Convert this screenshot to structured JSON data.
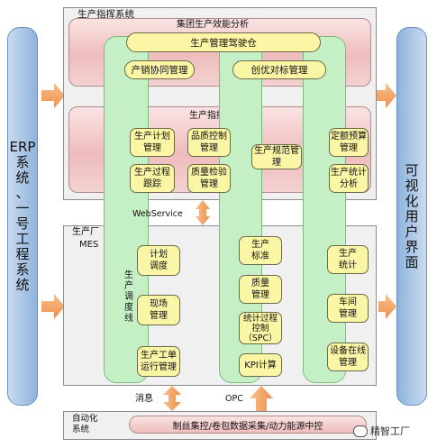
{
  "left_system": {
    "chars": [
      "ERP",
      "系",
      "统",
      "、",
      "一",
      "号",
      "工",
      "程",
      "系",
      "统"
    ]
  },
  "right_system": {
    "chars": [
      "可",
      "视",
      "化",
      "用",
      "户",
      "界",
      "面"
    ]
  },
  "top_section": {
    "title": "生产指挥系统",
    "performance_band": "集团生产效能分析",
    "cockpit": "生产管理驾驶仓",
    "coordination": "产销协同管理",
    "benchmarking": "创优对标管理",
    "business_band": "生产指挥业务管理",
    "modules": {
      "plan": "生产计划\n管理",
      "process_trace": "生产过程\n跟踪",
      "quality_control": "品质控制\n管理",
      "quality_inspect": "质量检验\n管理",
      "standard": "生产规范管理",
      "quota_budget": "定额预算\n管理",
      "statistics": "生产统计\n分析"
    }
  },
  "webservice": "WebService",
  "mes_section": {
    "title": "生产厂",
    "subtitle": "MES",
    "dispatch_line": [
      "生",
      "产",
      "调",
      "度",
      "线"
    ],
    "modules": {
      "plan_dispatch": "计划\n调度",
      "site": "现场\n管理",
      "work_order": "生产工单\n运行管理",
      "standard": "生产\n标准",
      "quality": "质量\n管理",
      "spc": "统计过程\n控制\n（SPC）",
      "kpi": "KPI计算",
      "stats": "生产\n统计",
      "workshop": "车间\n管理",
      "equipment": "设备在线\n管理"
    }
  },
  "message": "消息",
  "opc": "OPC",
  "automation": {
    "title": "自动化\n系统",
    "bar": "制丝集控/卷包数据采集/动力能源中控"
  },
  "watermark": "精智工厂",
  "colors": {
    "blue_gradient_start": "#c9dbf0",
    "blue_gradient_end": "#7fa8d6",
    "arrow_orange": "#f4a460",
    "module_yellow": "#fbf5a6",
    "line_green": "#c5efc5",
    "band_pink": "#efbcbc"
  }
}
